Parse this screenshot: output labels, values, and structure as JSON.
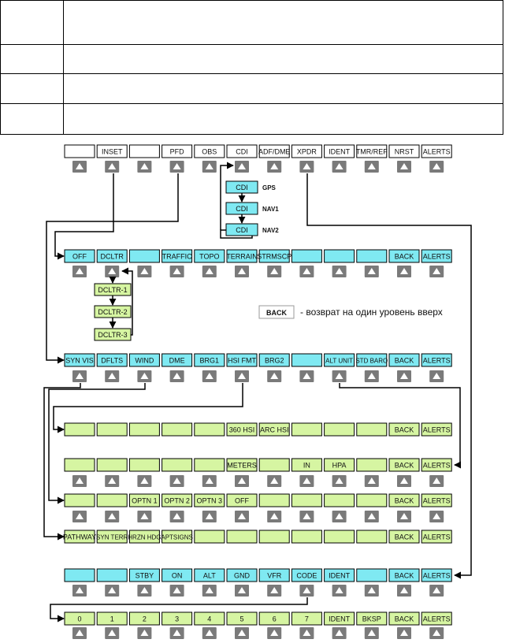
{
  "colors": {
    "blue": "#7fe9f2",
    "green": "#d6f5a2",
    "white": "#ffffff",
    "arrow_btn": "#7a7a7a",
    "line": "#000000"
  },
  "table_rows": [
    [
      "",
      ""
    ],
    [
      "",
      ""
    ],
    [
      "",
      ""
    ],
    [
      "",
      ""
    ]
  ],
  "rows": [
    {
      "id": "top",
      "color": "white",
      "labels": [
        "",
        "INSET",
        "",
        "PFD",
        "OBS",
        "CDI",
        "ADF/DME",
        "XPDR",
        "IDENT",
        "TMR/REF",
        "NRST",
        "ALERTS"
      ]
    },
    {
      "id": "inset",
      "color": "blue",
      "labels": [
        "OFF",
        "DCLTR",
        "",
        "TRAFFIC",
        "TOPO",
        "TERRAIN",
        "STRMSCP",
        "",
        "",
        "",
        "BACK",
        "ALERTS"
      ]
    },
    {
      "id": "pfd",
      "color": "blue",
      "labels": [
        "SYN VIS",
        "DFLTS",
        "WIND",
        "DME",
        "BRG1",
        "HSI FMT",
        "BRG2",
        "",
        "ALT UNIT",
        "STD BARO",
        "BACK",
        "ALERTS"
      ]
    },
    {
      "id": "hsi",
      "color": "green",
      "labels": [
        "",
        "",
        "",
        "",
        "",
        "360 HSI",
        "ARC HSI",
        "",
        "",
        "",
        "BACK",
        "ALERTS"
      ]
    },
    {
      "id": "alt",
      "color": "green",
      "labels": [
        "",
        "",
        "",
        "",
        "",
        "METERS",
        "",
        "IN",
        "HPA",
        "",
        "BACK",
        "ALERTS"
      ]
    },
    {
      "id": "wind",
      "color": "green",
      "labels": [
        "",
        "",
        "OPTN 1",
        "OPTN 2",
        "OPTN 3",
        "OFF",
        "",
        "",
        "",
        "",
        "BACK",
        "ALERTS"
      ]
    },
    {
      "id": "synvis",
      "color": "green",
      "labels": [
        "PATHWAY",
        "SYN TERR",
        "HRZN HDG",
        "APTSIGNS",
        "",
        "",
        "",
        "",
        "",
        "",
        "BACK",
        "ALERTS"
      ]
    },
    {
      "id": "xpdr",
      "color": "blue",
      "labels": [
        "",
        "",
        "STBY",
        "ON",
        "ALT",
        "GND",
        "VFR",
        "CODE",
        "IDENT",
        "",
        "BACK",
        "ALERTS"
      ]
    },
    {
      "id": "code",
      "color": "green",
      "labels": [
        "0",
        "1",
        "2",
        "3",
        "4",
        "5",
        "6",
        "7",
        "IDENT",
        "BKSP",
        "BACK",
        "ALERTS"
      ]
    }
  ],
  "cdi_stack": [
    {
      "label": "CDI",
      "side": "GPS"
    },
    {
      "label": "CDI",
      "side": "NAV1"
    },
    {
      "label": "CDI",
      "side": "NAV2"
    }
  ],
  "dcltr_stack": [
    "DCLTR-1",
    "DCLTR-2",
    "DCLTR-3"
  ],
  "legend": {
    "key": "BACK",
    "text": "- возврат на один уровень вверх"
  }
}
